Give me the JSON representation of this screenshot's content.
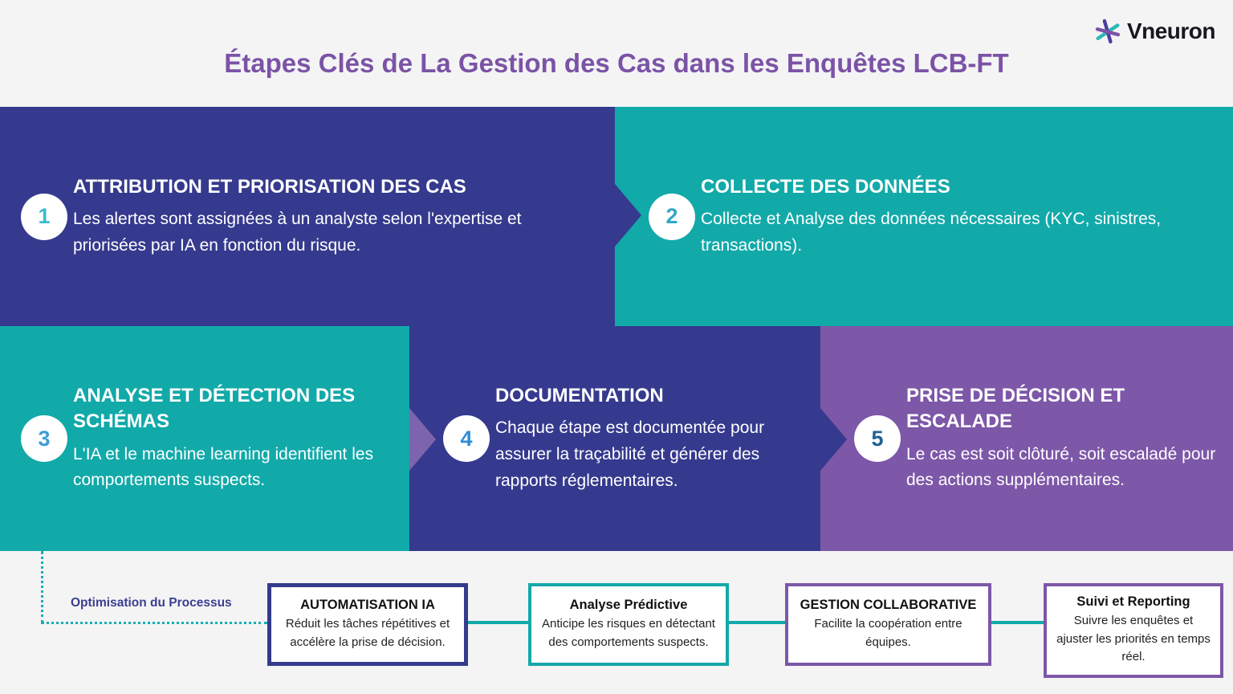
{
  "logo": {
    "text": "Vneuron"
  },
  "title": "Étapes Clés de La Gestion des Cas dans les Enquêtes LCB-FT",
  "steps": [
    {
      "number": "1",
      "title": "ATTRIBUTION ET PRIORISATION DES CAS",
      "description": "Les alertes sont assignées à un analyste selon l'expertise et priorisées par IA en fonction du risque."
    },
    {
      "number": "2",
      "title": "COLLECTE DES DONNÉES",
      "description": "Collecte et Analyse des données nécessaires (KYC, sinistres, transactions)."
    },
    {
      "number": "3",
      "title": "ANALYSE ET DÉTECTION DES SCHÉMAS",
      "description": "L'IA et le machine learning identifient les comportements suspects."
    },
    {
      "number": "4",
      "title": "DOCUMENTATION",
      "description": "Chaque étape est documentée pour assurer la traçabilité et générer des rapports réglementaires."
    },
    {
      "number": "5",
      "title": "PRISE DE DÉCISION ET ESCALADE",
      "description": "Le cas est soit clôturé, soit escaladé pour des actions supplémentaires."
    }
  ],
  "optimisation": {
    "label": "Optimisation du Processus"
  },
  "bottom_boxes": [
    {
      "title": "AUTOMATISATION IA",
      "description": "Réduit les tâches répétitives et accélère la prise de décision."
    },
    {
      "title": "Analyse Prédictive",
      "description": "Anticipe les risques en détectant des comportements suspects."
    },
    {
      "title": "GESTION COLLABORATIVE",
      "description": "Facilite la coopération entre équipes."
    },
    {
      "title": "Suivi et Reporting",
      "description": "Suivre les enquêtes et ajuster les priorités en temps réel."
    }
  ],
  "colors": {
    "background": "#F4F4F5",
    "indigo_block": "#353A8E",
    "teal_block": "#12A9A9",
    "purple_block": "#7D57A8",
    "arrow_light_purple": "#7D64AE",
    "title_purple": "#7B53A6",
    "dashed_line_teal": "#12AFB5",
    "optimisation_label_indigo": "#3A3F90",
    "number_1": "#3BBCCE",
    "number_2": "#30A9C8",
    "number_3": "#3E9CD9",
    "number_4": "#2D8FD5",
    "number_5": "#1E6294",
    "logo_teal": "#2AB8B4",
    "logo_indigo": "#4B3E9E",
    "logo_purple": "#7B53A6"
  }
}
